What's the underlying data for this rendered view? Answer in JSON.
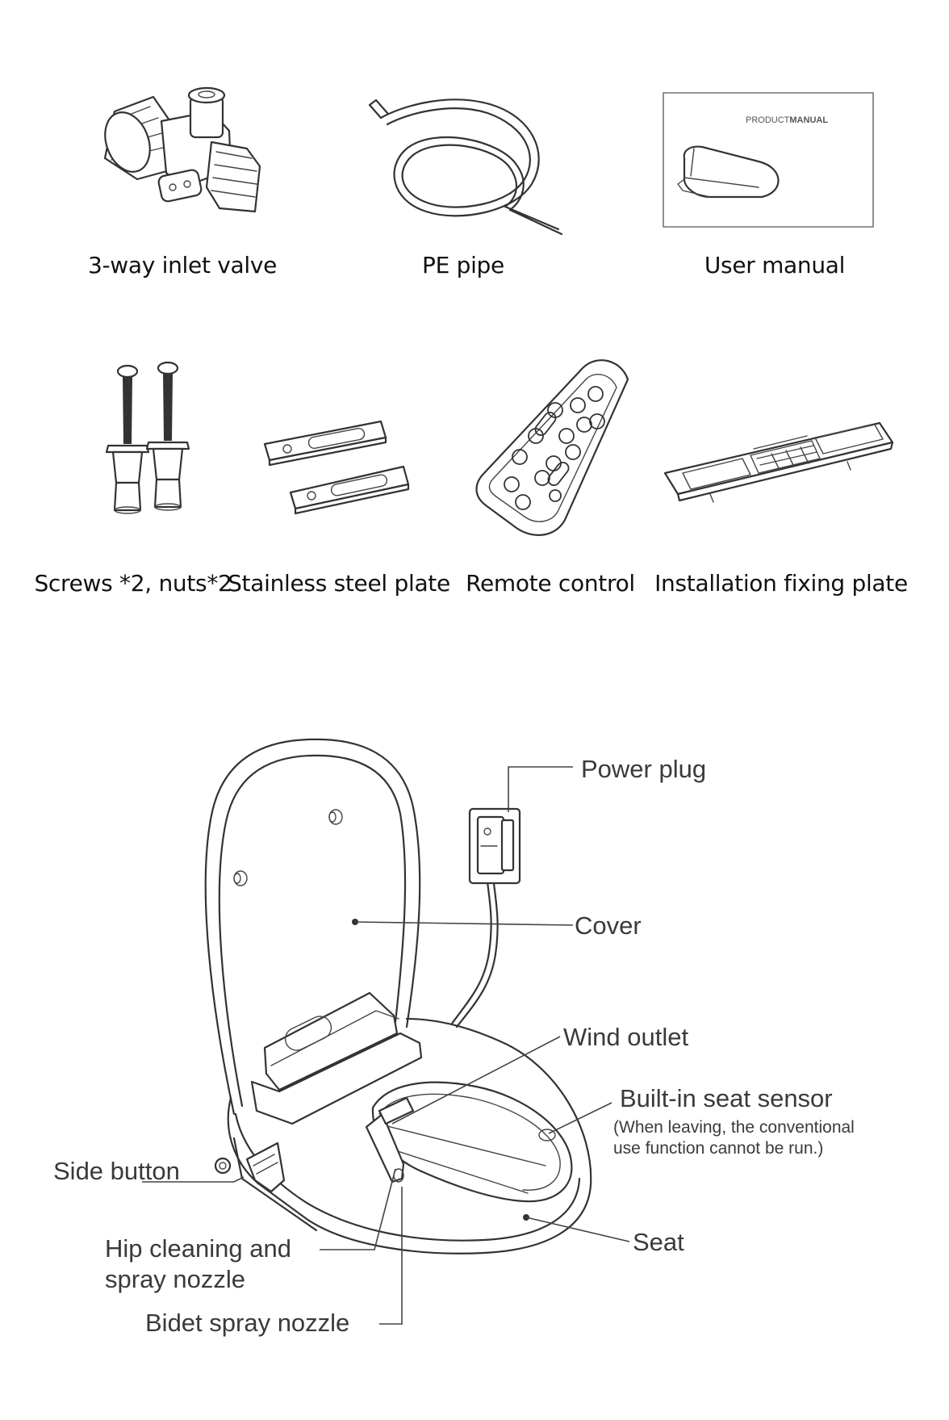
{
  "accessories": {
    "row1": [
      {
        "label": "3-way inlet valve",
        "icon": "inlet-valve-icon"
      },
      {
        "label": "PE pipe",
        "icon": "pe-pipe-icon"
      },
      {
        "label": "User manual",
        "icon": "user-manual-icon"
      }
    ],
    "row2": [
      {
        "label": "Screws *2, nuts*2",
        "icon": "screws-icon"
      },
      {
        "label": "Stainless steel plate",
        "icon": "steel-plate-icon"
      },
      {
        "label": "Remote control",
        "icon": "remote-control-icon"
      },
      {
        "label": "Installation fixing plate",
        "icon": "fixing-plate-icon"
      }
    ],
    "manual_cover": {
      "prefix": "PRODUCT",
      "bold": "MANUAL"
    }
  },
  "diagram": {
    "power_plug": "Power plug",
    "cover": "Cover",
    "wind_outlet": "Wind outlet",
    "seat_sensor": "Built-in seat sensor",
    "seat_sensor_note_line1": "(When leaving, the conventional",
    "seat_sensor_note_line2": "use function cannot be run.)",
    "side_button": "Side button",
    "hip_nozzle_line1": "Hip cleaning and",
    "hip_nozzle_line2": "spray nozzle",
    "bidet_nozzle": "Bidet spray nozzle",
    "seat": "Seat"
  }
}
